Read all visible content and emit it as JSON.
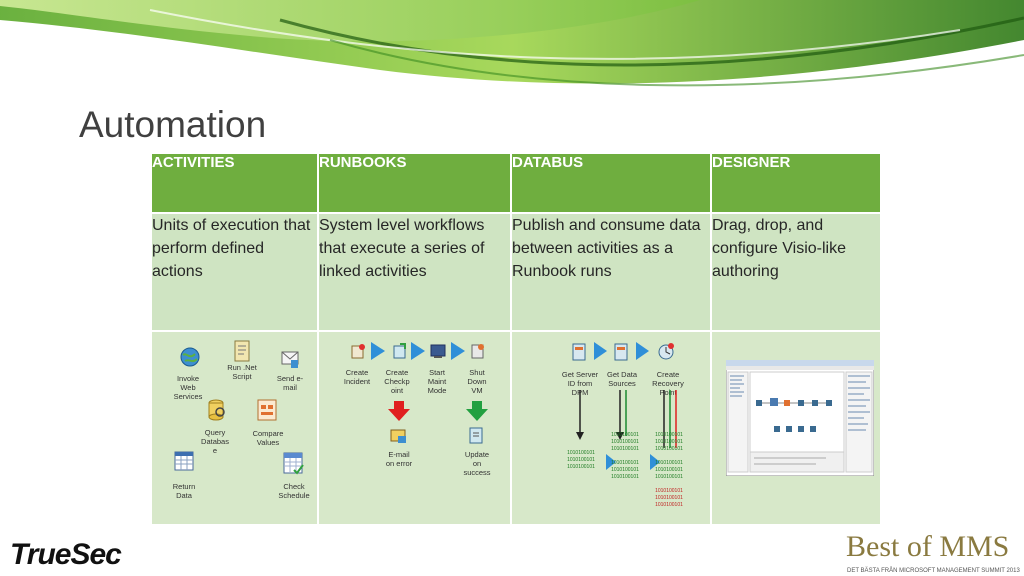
{
  "slide": {
    "title": "Automation",
    "columns": [
      {
        "header": "ACTIVITIES",
        "description": "Units of execution that perform defined actions"
      },
      {
        "header": "RUNBOOKS",
        "description": "System level workflows that execute a series of linked activities"
      },
      {
        "header": "DATABUS",
        "description": "Publish and consume data between activities as a Runbook runs"
      },
      {
        "header": "DESIGNER",
        "description": "Drag, drop, and configure Visio-like authoring"
      }
    ]
  },
  "activities": {
    "invoke_web_services": "Invoke\nWeb\nServices",
    "run_net_script": "Run .Net\nScript",
    "send_email": "Send e-\nmail",
    "query_database": "Query\nDatabas\ne",
    "compare_values": "Compare\nValues",
    "return_data": "Return\nData",
    "check_schedule": "Check\nSchedule"
  },
  "runbooks": {
    "create_incident": "Create\nIncident",
    "create_checkpoint": "Create\nCheckp\noint",
    "start_maint_mode": "Start\nMaint\nMode",
    "shut_down_vm": "Shut\nDown\nVM",
    "email_on_error": "E-mail\non error",
    "update_on_success": "Update\non\nsuccess"
  },
  "databus": {
    "get_server_id": "Get Server\nID from\nDPM",
    "get_data_sources": "Get Data\nSources",
    "create_recovery_point": "Create\nRecovery\nPoint",
    "binary_text": "1010100101"
  },
  "footer": {
    "brand_left": "TrueSec",
    "brand_right_main": "Best of MMS",
    "brand_right_sub": "DET BÄSTA FRÅN MICROSOFT MANAGEMENT SUMMIT 2013"
  },
  "colors": {
    "header_green": "#6fae3f",
    "row_green": "#cfe4c2",
    "image_row_green": "#d7e8c9",
    "arrow_blue": "#2f8fd8",
    "arrow_red": "#e02020",
    "arrow_green": "#22a040"
  }
}
